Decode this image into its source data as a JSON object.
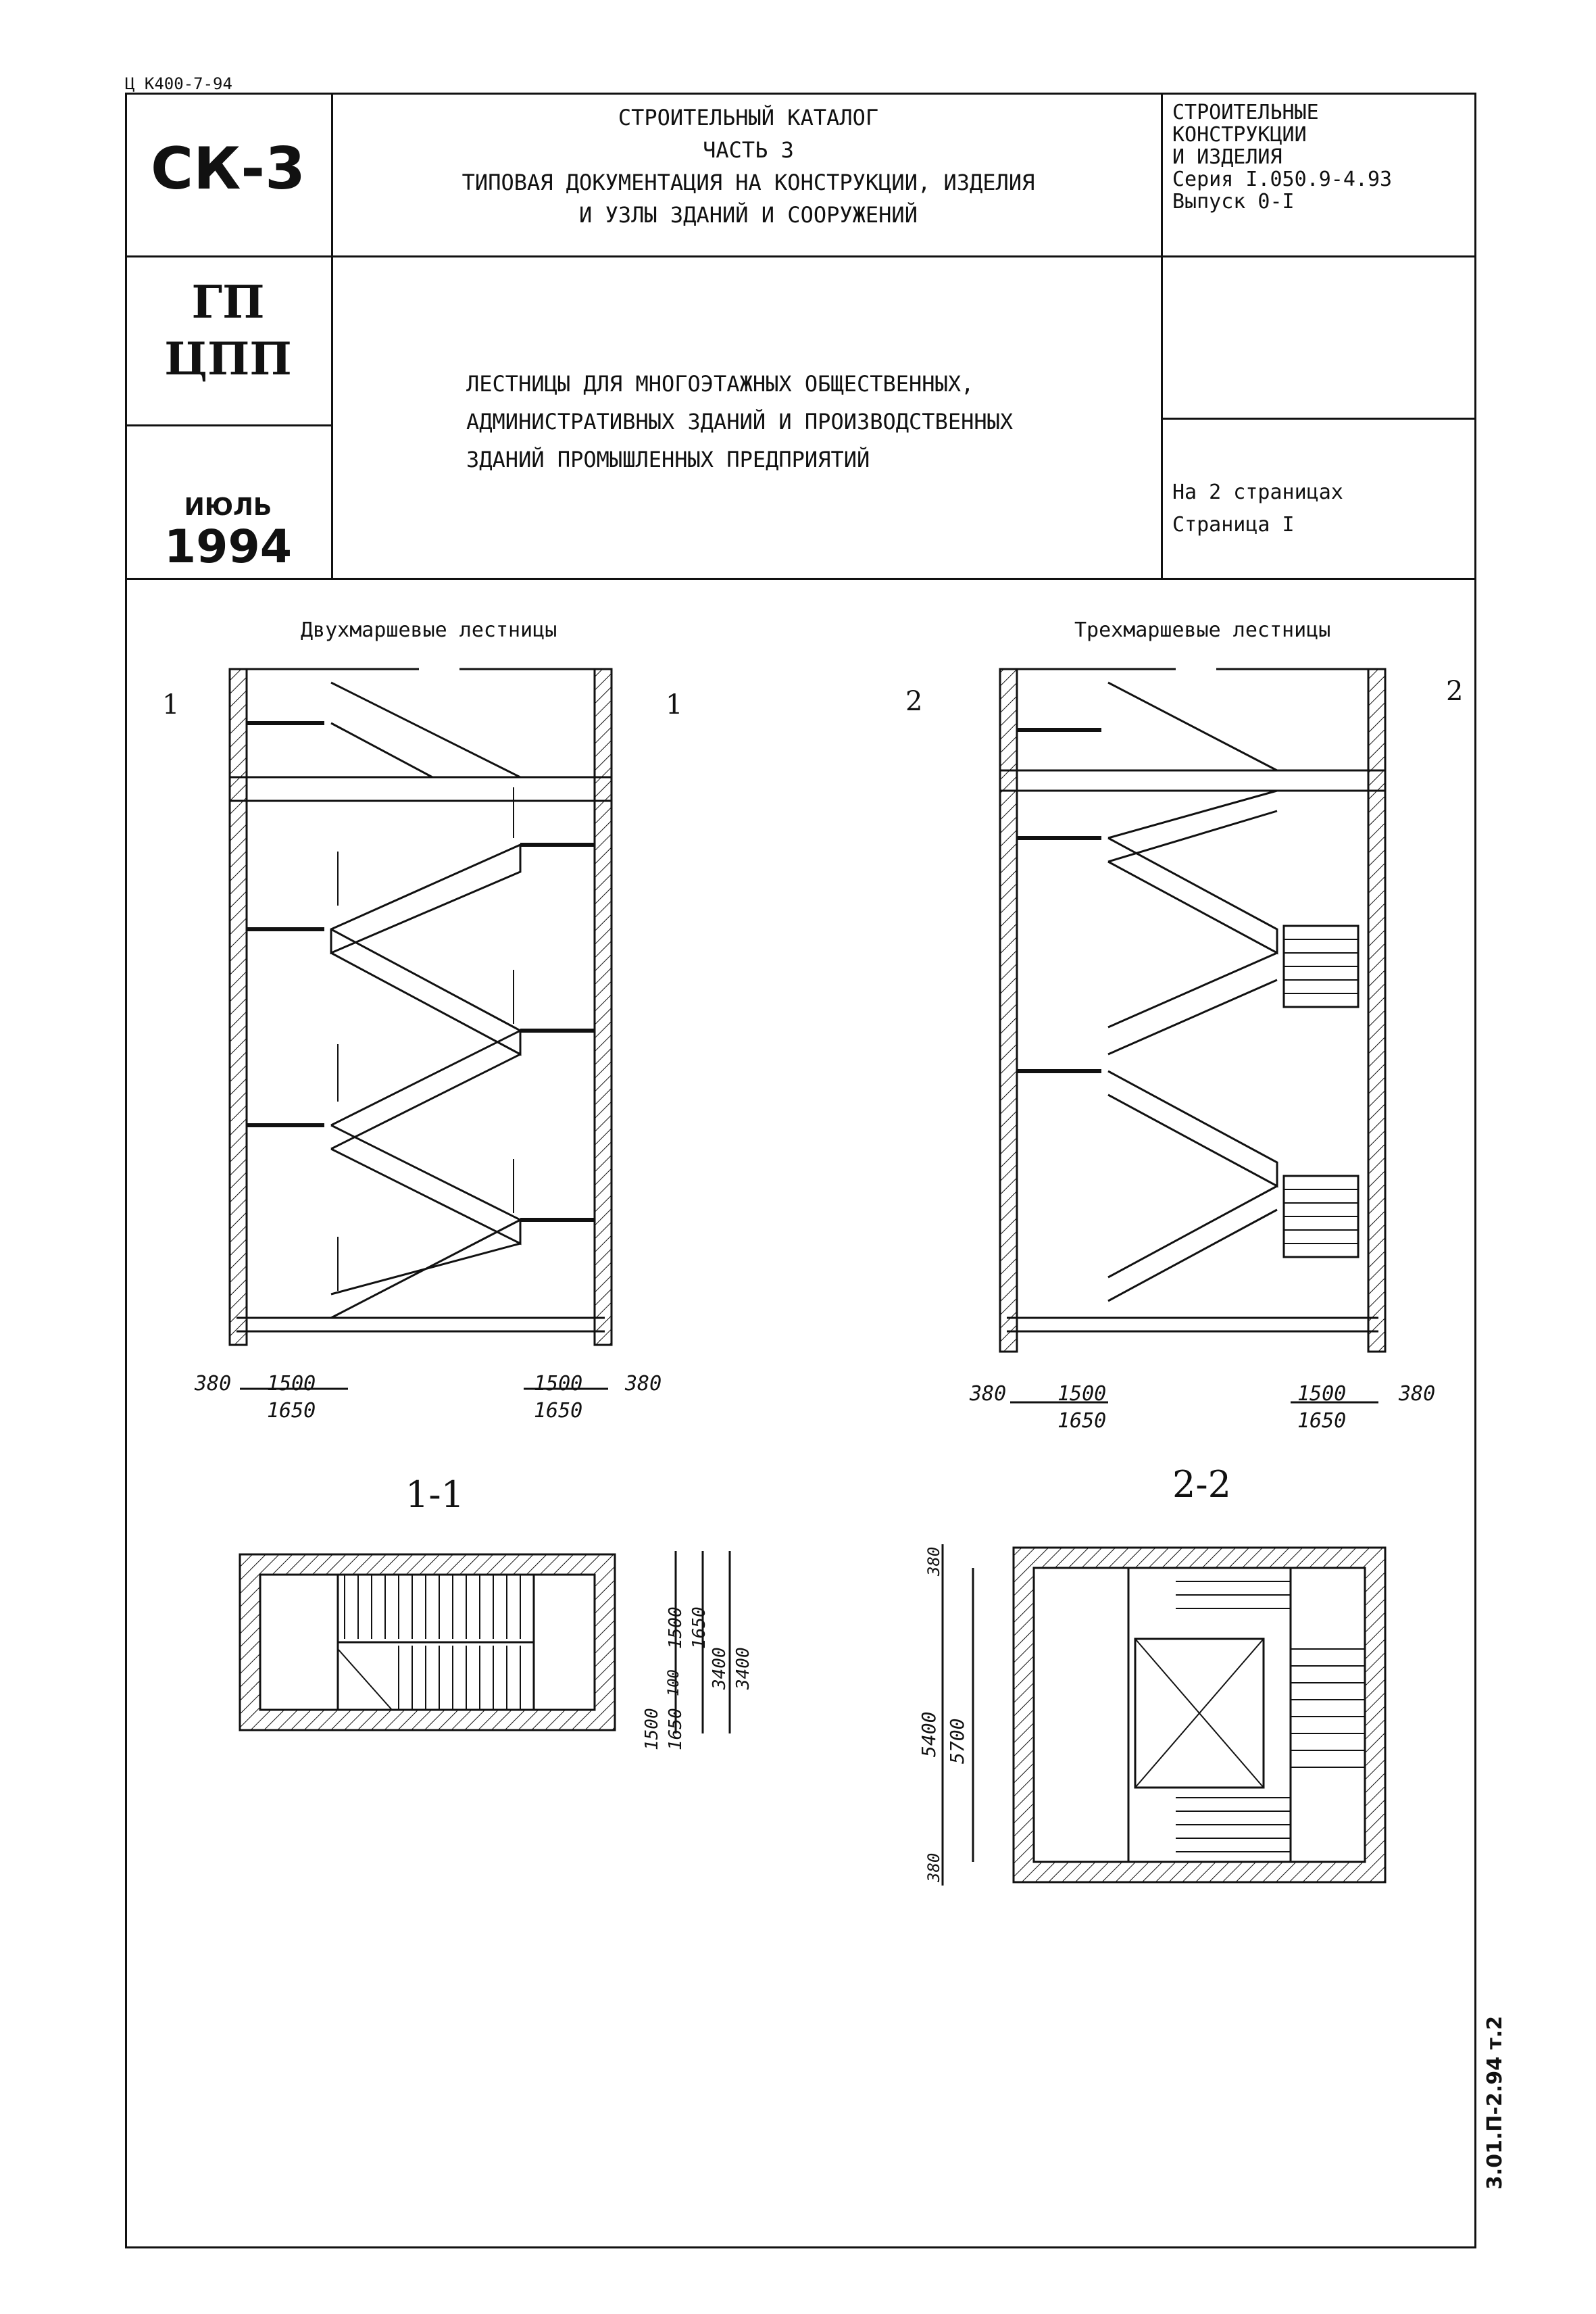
{
  "doc_code": "Ц К400-7-94",
  "left_column": {
    "catalog_code": "СК-3",
    "org_line1": "ГП",
    "org_line2": "ЦПП",
    "month": "ИЮЛЬ",
    "year": "1994"
  },
  "header": {
    "catalog_lines": [
      "СТРОИТЕЛЬНЫЙ КАТАЛОГ",
      "ЧАСТЬ 3",
      "ТИПОВАЯ ДОКУМЕНТАЦИЯ НА КОНСТРУКЦИИ, ИЗДЕЛИЯ",
      "И УЗЛЫ ЗДАНИЙ И СООРУЖЕНИЙ"
    ],
    "series_lines": [
      "СТРОИТЕЛЬНЫЕ",
      "КОНСТРУКЦИИ",
      "И ИЗДЕЛИЯ",
      "Серия I.050.9-4.93",
      "Выпуск 0-I"
    ],
    "title_lines": [
      "ЛЕСТНИЦЫ ДЛЯ МНОГОЭТАЖНЫХ ОБЩЕСТВЕННЫХ,",
      "АДМИНИСТРАТИВНЫХ ЗДАНИЙ И ПРОИЗВОДСТВЕННЫХ",
      "ЗДАНИЙ ПРОМЫШЛЕННЫХ ПРЕДПРИЯТИЙ"
    ],
    "pages_total": "На 2 страницах",
    "page_current": "Страница I"
  },
  "drawings": {
    "left_caption": "Двухмаршевые лестницы",
    "right_caption": "Трехмаршевые лестницы",
    "cut_left": "1",
    "cut_right": "2",
    "left_dims": {
      "wall": "380",
      "march": "1500",
      "total": "1650"
    },
    "right_dims": {
      "wall": "380",
      "march": "1500",
      "total": "1650"
    },
    "section_left": "1-1",
    "section_right": "2-2",
    "plan_left_dims": [
      "1500",
      "1650",
      "100",
      "1500",
      "1650",
      "3400",
      "3400"
    ],
    "plan_right_dims": [
      "380",
      "5400",
      "5700",
      "380"
    ]
  },
  "stamp": "3.01.П-2.94 т.2"
}
